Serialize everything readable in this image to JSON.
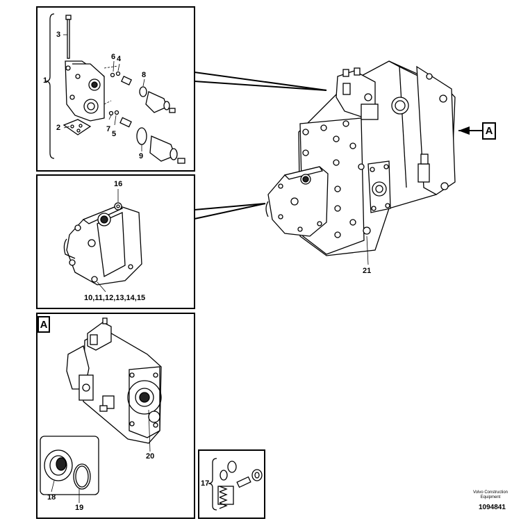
{
  "views": {
    "top_left": {
      "callouts": [
        "1",
        "2",
        "3",
        "4",
        "5",
        "6",
        "7",
        "8",
        "9"
      ]
    },
    "middle_left": {
      "callouts": [
        "16",
        "10,11,12,13,14,15"
      ]
    },
    "main": {
      "callouts": [
        "21"
      ],
      "view_ref": "A"
    },
    "bottom_left": {
      "view_tag": "A",
      "callouts": [
        "20",
        "18",
        "19"
      ]
    },
    "bottom_small": {
      "callouts": [
        "17"
      ]
    }
  },
  "footer": {
    "credit_line1": "Volvo Construction",
    "credit_line2": "Equipment",
    "doc_number": "1094841"
  }
}
